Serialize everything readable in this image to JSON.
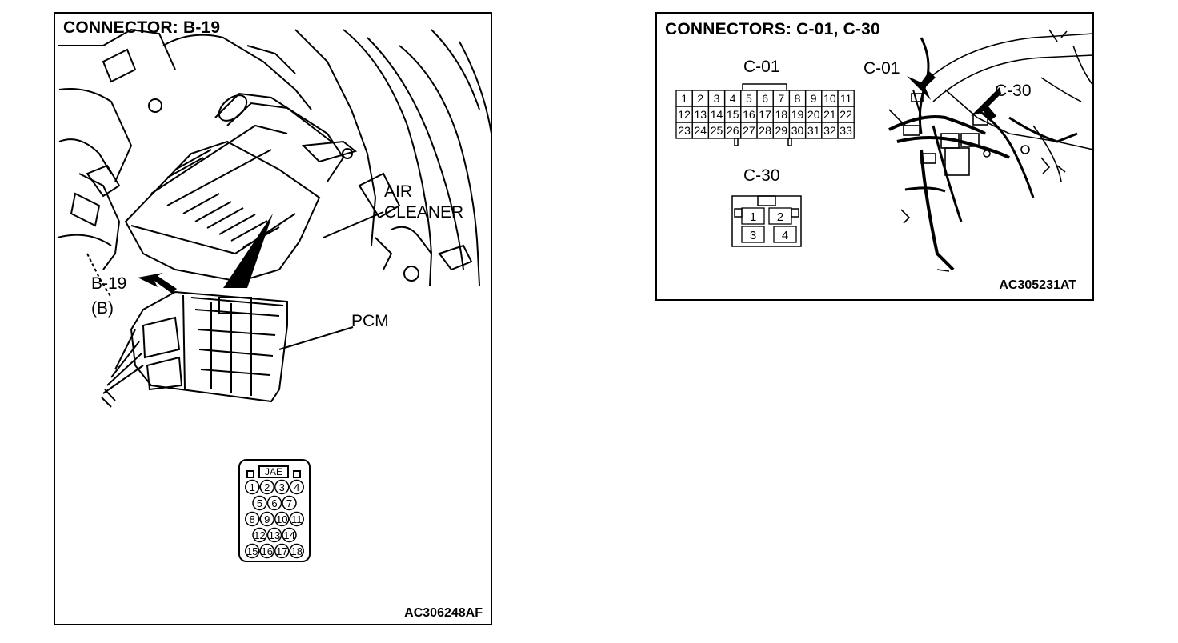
{
  "left_panel": {
    "title": "CONNECTOR: B-19",
    "labels": {
      "air_cleaner_line1": "AIR",
      "air_cleaner_line2": "CLEANER",
      "connector_id": "B-19",
      "connector_sub": "(B)",
      "pcm": "PCM"
    },
    "connector": {
      "tag": "JAE",
      "rows": [
        [
          "1",
          "2",
          "3",
          "4"
        ],
        [
          "5",
          "6",
          "7"
        ],
        [
          "8",
          "9",
          "10",
          "11"
        ],
        [
          "12",
          "13",
          "14"
        ],
        [
          "15",
          "16",
          "17",
          "18"
        ]
      ]
    },
    "figure_code": "AC306248AF"
  },
  "right_panel": {
    "title": "CONNECTORS: C-01, C-30",
    "c01": {
      "label": "C-01",
      "rows": [
        [
          "1",
          "2",
          "3",
          "4",
          "5",
          "6",
          "7",
          "8",
          "9",
          "10",
          "11"
        ],
        [
          "12",
          "13",
          "14",
          "15",
          "16",
          "17",
          "18",
          "19",
          "20",
          "21",
          "22"
        ],
        [
          "23",
          "24",
          "25",
          "26",
          "27",
          "28",
          "29",
          "30",
          "31",
          "32",
          "33"
        ]
      ]
    },
    "c30": {
      "label": "C-30",
      "rows": [
        [
          "1",
          "2"
        ],
        [
          "3",
          "4"
        ]
      ]
    },
    "callouts": {
      "c01": "C-01",
      "c30": "C-30"
    },
    "figure_code": "AC305231AT"
  }
}
